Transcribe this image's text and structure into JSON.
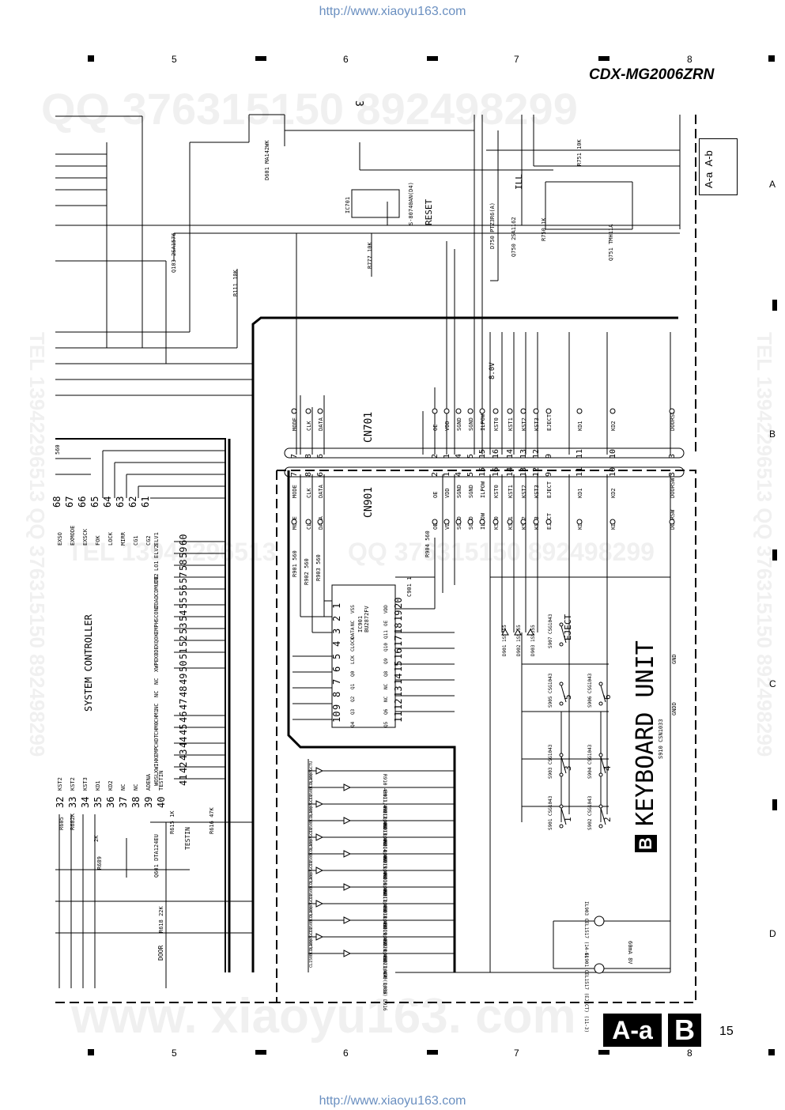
{
  "header": {
    "url_top": "http://www.xiaoyu163.com",
    "model": "CDX-MG2006ZRN"
  },
  "footer": {
    "url_bottom": "http://www.xiaoyu163.com",
    "page_number": "15",
    "tab_aa": "A-a",
    "tab_b": "B"
  },
  "grid": {
    "columns": [
      "5",
      "6",
      "7",
      "8"
    ],
    "rows": [
      "A",
      "B",
      "C",
      "D"
    ]
  },
  "tab_box": {
    "left": "A-a",
    "right": "A-b"
  },
  "watermarks": {
    "top": "QQ 376315150  892498299",
    "bottom": "www. xiaoyu163. com",
    "mid": "QQ 376315150  892498299",
    "tel": "TEL 13942296513",
    "side_left": "TEL 13942296513  QQ 376315150  892498299",
    "side_right": "TEL 13942296513  QQ 376315150  892498299"
  },
  "blocks": {
    "system_controller": "SYSTEM CONTROLLER",
    "keyboard_unit": "KEYBOARD UNIT",
    "keyboard_letter": "B",
    "cn701": "CN701",
    "cn901": "CN901",
    "reset": "RESET",
    "ic701": "IC701",
    "ic701_part": "S-80740AN(D4)",
    "ic901": "IC901",
    "ic901_part": "BU2872FV",
    "page_ref": "3",
    "v8": "8.0V",
    "ill": "ILL"
  },
  "controller_pins": [
    {
      "num": "68",
      "name": "EXSO"
    },
    {
      "num": "67",
      "name": "EXMODE"
    },
    {
      "num": "66",
      "name": "EXSCK"
    },
    {
      "num": "65",
      "name": "FOK"
    },
    {
      "num": "64",
      "name": "LOCK"
    },
    {
      "num": "63",
      "name": "MIRR"
    },
    {
      "num": "62",
      "name": "CG1"
    },
    {
      "num": "61",
      "name": "CG2"
    },
    {
      "num": "60",
      "name": "ELV1"
    },
    {
      "num": "59",
      "name": "ELV2"
    },
    {
      "num": "58",
      "name": "LO1"
    },
    {
      "num": "57",
      "name": "LO2"
    },
    {
      "num": "56",
      "name": "CDMUTE"
    },
    {
      "num": "55",
      "name": "LOAD"
    },
    {
      "num": "54",
      "name": "SCONT"
    },
    {
      "num": "53",
      "name": "EMPH"
    },
    {
      "num": "52",
      "name": "XQOK"
    },
    {
      "num": "51",
      "name": "XBDE"
    },
    {
      "num": "50",
      "name": "XWPE"
    },
    {
      "num": "49",
      "name": "NC"
    },
    {
      "num": "48",
      "name": "NC"
    },
    {
      "num": "47",
      "name": "NC"
    },
    {
      "num": "46",
      "name": "CHM1"
    },
    {
      "num": "45",
      "name": "CHM0"
    },
    {
      "num": "44",
      "name": "CHDT"
    },
    {
      "num": "43",
      "name": "XEMP"
    },
    {
      "num": "42",
      "name": "XWIH"
    },
    {
      "num": "41",
      "name": "WOSL"
    },
    {
      "num": "40",
      "name": "TESTIN"
    },
    {
      "num": "39",
      "name": "ADENA"
    },
    {
      "num": "38",
      "name": "NC"
    },
    {
      "num": "37",
      "name": "NC"
    },
    {
      "num": "36",
      "name": "KD2"
    },
    {
      "num": "35",
      "name": "KD1"
    },
    {
      "num": "34",
      "name": "KST3"
    },
    {
      "num": "33",
      "name": "KST2"
    },
    {
      "num": "32",
      "name": "KST2"
    }
  ],
  "cn701_pins": [
    {
      "num": "7",
      "name": "MODE"
    },
    {
      "num": "8",
      "name": "CLK"
    },
    {
      "num": "6",
      "name": "DATA"
    },
    {
      "num": "2",
      "name": "OE"
    },
    {
      "num": "1",
      "name": "VDD"
    },
    {
      "num": "4",
      "name": "SGND"
    },
    {
      "num": "5",
      "name": "SGND"
    },
    {
      "num": "15",
      "name": "ILPOW"
    },
    {
      "num": "16",
      "name": "KST0"
    },
    {
      "num": "14",
      "name": "KST1"
    },
    {
      "num": "13",
      "name": "KST2"
    },
    {
      "num": "12",
      "name": "KST3"
    },
    {
      "num": "9",
      "name": "EJECT"
    },
    {
      "num": "11",
      "name": "KD1"
    },
    {
      "num": "10",
      "name": "KD2"
    },
    {
      "num": "3",
      "name": "DOORSW"
    }
  ],
  "ic901_left": [
    {
      "num": "1",
      "name": "VSS"
    },
    {
      "num": "2",
      "name": "NC"
    },
    {
      "num": "3",
      "name": "DATA"
    },
    {
      "num": "4",
      "name": "CLOCK"
    },
    {
      "num": "5",
      "name": "LCK"
    },
    {
      "num": "6",
      "name": "Q0"
    },
    {
      "num": "7",
      "name": "Q1"
    },
    {
      "num": "8",
      "name": "Q2"
    },
    {
      "num": "9",
      "name": "Q3"
    },
    {
      "num": "10",
      "name": "Q4"
    }
  ],
  "ic901_right": [
    {
      "num": "20",
      "name": "VDD"
    },
    {
      "num": "19",
      "name": "OE"
    },
    {
      "num": "18",
      "name": "Q11"
    },
    {
      "num": "17",
      "name": "Q10"
    },
    {
      "num": "16",
      "name": "Q9"
    },
    {
      "num": "15",
      "name": "Q8"
    },
    {
      "num": "14",
      "name": "NC"
    },
    {
      "num": "13",
      "name": "NC"
    },
    {
      "num": "12",
      "name": "Q6"
    },
    {
      "num": "11",
      "name": "Q5"
    }
  ],
  "switches": [
    {
      "ref": "S901",
      "part": "CSG1043",
      "num": "1"
    },
    {
      "ref": "S902",
      "part": "CSG1043",
      "num": "2"
    },
    {
      "ref": "S903",
      "part": "CSG1043",
      "num": "3"
    },
    {
      "ref": "S904",
      "part": "CSG1043",
      "num": "4"
    },
    {
      "ref": "S905",
      "part": "CSG1043",
      "num": "5"
    },
    {
      "ref": "S906",
      "part": "CSG1043",
      "num": "6"
    },
    {
      "ref": "S907",
      "part": "CSG1043",
      "num": "EJECT"
    }
  ],
  "leds": [
    "CL200PGCTU",
    "CL150BCD(AB)",
    "CL200PGCTU",
    "CL150BCD(AB)",
    "CL200PGCTU",
    "CL150BCD(AB)",
    "CL200PGCTU",
    "CL150BCD(AB)",
    "CL200PGCTU",
    "CL150BCD(AB)",
    "CL200PGCTU",
    "CL150BCD(AB)"
  ],
  "resistors_led": [
    "R910 430(1/8W) D905",
    "R911 470(1/8W) D906",
    "R912 430(1/8W) D907",
    "R913 470(1/8W) D908",
    "R914 430(1/8W) D909",
    "R915 470(1/8W) D910",
    "R916 430(1/8W) D911",
    "R917 470(1/8W) D912",
    "R918 430(1/8W) D913",
    "R919 470(1/8W) D914",
    "R920 430(1/8W) D915",
    "R921 470(1/8W) D916"
  ],
  "diodes": [
    "D901 1SS355",
    "D902 1SS355",
    "D903 1SS355"
  ],
  "lamps": [
    "IL903 CEL1517 (14-6)",
    "IL901 CEL1517 (EJECT) (11-3)"
  ],
  "misc": {
    "q103": "Q103 2SA1576",
    "r111": "R111 10K",
    "d601": "D601 MA142WK",
    "r777": "R777 10K",
    "q601": "Q601 DTA124EU",
    "r615": "R615 1K",
    "r616": "R616 47K",
    "testin": "TESTIN",
    "door": "DOOR",
    "r618": "R618 22K",
    "q750": "Q750 2SA1162",
    "d750": "D750 PTZ3R6(A)",
    "r750": "R750 1K",
    "q751": "Q751 TMH11A",
    "r751": "R751 10K",
    "s910": "S910 CSN1033",
    "gnd": "GND",
    "gndd": "GNDD",
    "v60": "60mA 8V",
    "r904": "R904 560",
    "c901": "C901 1",
    "r901": "R901 560",
    "r902": "R902 560",
    "r903": "R903 560",
    "r605": "R605",
    "r682": "R682K",
    "r689": "R689",
    "r615b": "2K",
    "r560": "560"
  }
}
